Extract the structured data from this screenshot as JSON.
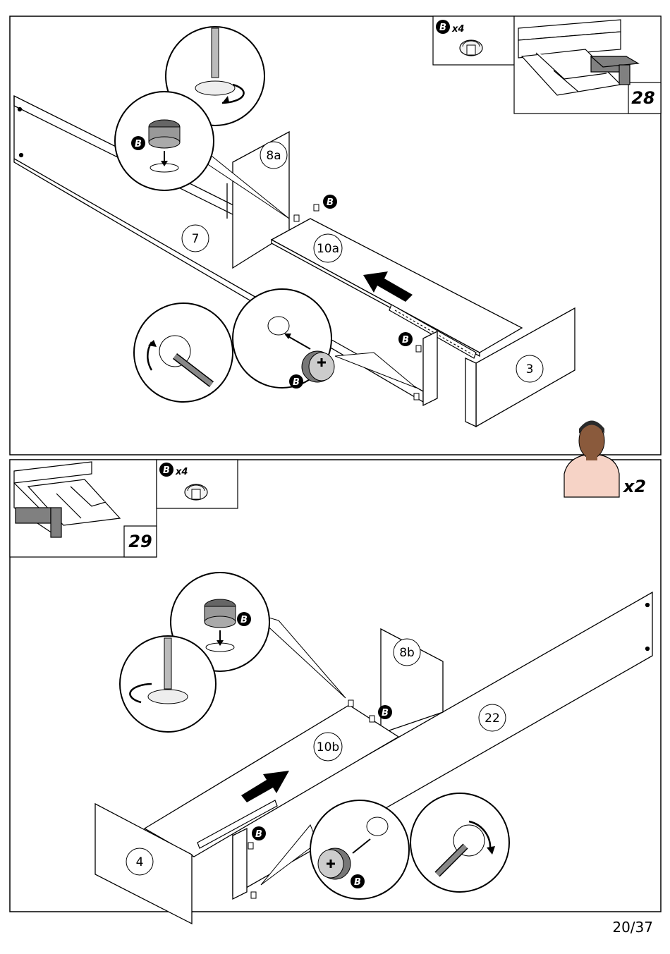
{
  "page_number": "20/37",
  "step_28": {
    "step_number": "28",
    "hardware_letter": "B",
    "hardware_qty": "x4",
    "part_labels": {
      "side_panel": "7",
      "back_divider": "8a",
      "drawer_bottom": "10a",
      "front_panel": "3"
    },
    "callout_letter": "B"
  },
  "step_29": {
    "step_number": "29",
    "hardware_letter": "B",
    "hardware_qty": "x4",
    "repeat_qty": "x2",
    "part_labels": {
      "side_panel": "22",
      "back_divider": "8b",
      "drawer_bottom": "10b",
      "front_panel": "4"
    },
    "callout_letter": "B"
  },
  "colors": {
    "highlight": "#808080",
    "skin": "#f6d3c6",
    "hair": "#2a2a2a"
  }
}
